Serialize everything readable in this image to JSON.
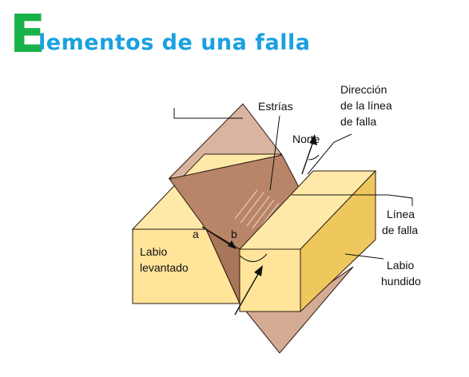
{
  "title": {
    "initial": "E",
    "rest": "lementos de una falla"
  },
  "labels": {
    "estrias": "Estrías",
    "direccion": [
      "Dirección",
      "de la línea",
      "de falla"
    ],
    "norte": "Norte",
    "linea": [
      "Línea",
      "de falla"
    ],
    "labio_levantado": [
      "Labio",
      "levantado"
    ],
    "labio_hundido": [
      "Labio",
      "hundido"
    ],
    "point_a": "a",
    "point_b": "b"
  },
  "colors": {
    "title_initial": "#18b24a",
    "title_text": "#1aa1e0",
    "block_front": "#ffe49a",
    "block_top": "#ffe9a8",
    "block_side": "#eec85c",
    "plane_light": "#d9b4a0",
    "plane_dark": "#b88568",
    "plane_shadow": "#a87658"
  }
}
